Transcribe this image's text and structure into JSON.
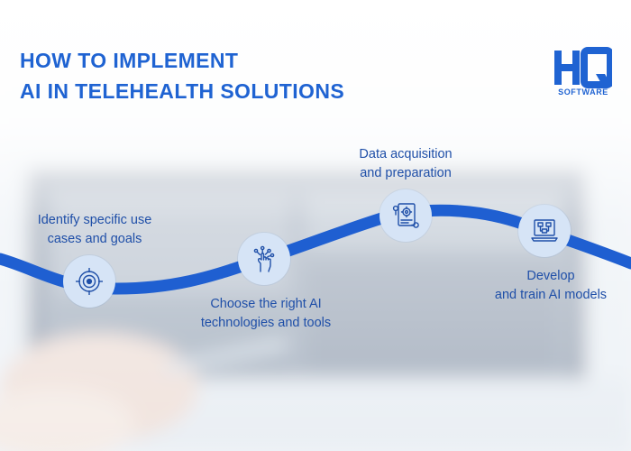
{
  "title": {
    "line1": "HOW TO IMPLEMENT",
    "line2": "AI IN TELEHEALTH SOLUTIONS"
  },
  "logo": {
    "mark": "HQ",
    "subtitle": "SOFTWARE"
  },
  "colors": {
    "brand_blue": "#1f63d2",
    "path_blue": "#1f5fd1",
    "label_blue": "#1f4fa8",
    "circle_fill": "#d6e4f6"
  },
  "steps": [
    {
      "icon": "target-icon",
      "label_line1": "Identify specific use",
      "label_line2": "cases and goals"
    },
    {
      "icon": "hand-circuit-icon",
      "label_line1": "Choose the right AI",
      "label_line2": "technologies and tools"
    },
    {
      "icon": "data-document-icon",
      "label_line1": "Data acquisition",
      "label_line2": "and preparation"
    },
    {
      "icon": "laptop-model-icon",
      "label_line1": "Develop",
      "label_line2": "and train AI models"
    }
  ]
}
